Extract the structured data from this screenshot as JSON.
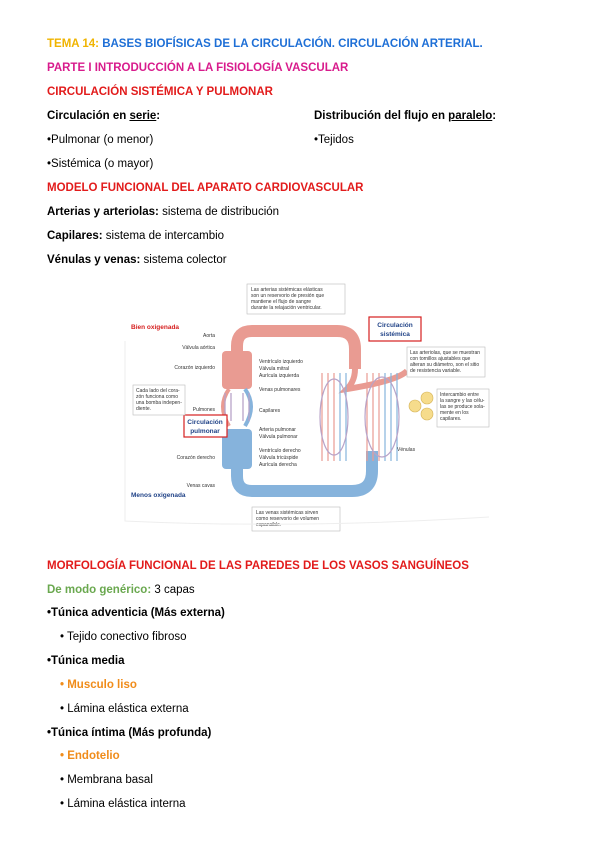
{
  "tema": {
    "prefix": "TEMA 14:",
    "title": "BASES BIOFÍSICAS DE LA CIRCULACIÓN. CIRCULACIÓN ARTERIAL."
  },
  "parte": "PARTE I INTRODUCCIÓN A LA FISIOLOGÍA VASCULAR",
  "h_circ": "CIRCULACIÓN SISTÉMICA Y PULMONAR",
  "serie": {
    "pre": "Circulación en ",
    "word": "serie",
    "post": ":",
    "items": [
      "•Pulmonar (o menor)",
      "•Sistémica (o mayor)"
    ]
  },
  "paralelo": {
    "pre": "Distribución del flujo en ",
    "word": "paralelo",
    "post": ":",
    "items": [
      "•Tejidos"
    ]
  },
  "h_modelo": "MODELO FUNCIONAL DEL APARATO CARDIOVASCULAR",
  "modelo": [
    {
      "b": "Arterias y arteriolas:",
      "t": " sistema de distribución"
    },
    {
      "b": "Capilares:",
      "t": " sistema de intercambio"
    },
    {
      "b": "Vénulas y venas:",
      "t": " sistema colector"
    }
  ],
  "figure": {
    "bien": "Bien oxigenada",
    "menos": "Menos oxigenada",
    "sist": [
      "Circulación",
      "sistémica"
    ],
    "pulm": [
      "Circulación",
      "pulmonar"
    ],
    "labels_left": [
      "Aorta",
      "Válvula aórtica",
      "Corazón izquierdo",
      "Pulmones",
      "Corazón derecho",
      "Venas cavas"
    ],
    "labels_mid": [
      "Ventrículo izquierdo",
      "Válvula mitral",
      "Aurícula izquierda",
      "Venas pulmonares",
      "Capilares",
      "Arteria pulmonar",
      "Válvula pulmonar",
      "Ventrículo derecho",
      "Válvula tricúspide",
      "Aurícula derecha"
    ],
    "top_note": [
      "Las arterias sistémicas elásticas",
      "son un reservorio de presión que",
      "mantiene el flujo de sangre",
      "durante la relajación ventricular."
    ],
    "bottom_note": [
      "Las venas sistémicas sirven",
      "como reservorio de volumen",
      "expansible."
    ],
    "right_note": [
      "Las arteriolas, que se muestran",
      "con tornillos ajustables que",
      "alteran su diámetro, son el sitio",
      "de resistencia variable."
    ],
    "cap_note": [
      "Intercambio entre",
      "la sangre y las célu-",
      "las se produce sola-",
      "mente en los",
      "capilares."
    ],
    "left_note": [
      "Cada lado del cora-",
      "zón funciona como",
      "una bomba indepen-",
      "diente."
    ],
    "venulas": "Vénulas"
  },
  "h_morfo": "MORFOLOGÍA FUNCIONAL DE LAS PAREDES DE LOS VASOS SANGUÍNEOS",
  "generico": {
    "g": "De modo genérico:",
    "t": " 3 capas"
  },
  "tunicas": {
    "adv": "•Túnica adventicia (Más externa)",
    "adv1": "• Tejido conectivo fibroso",
    "media": "•Túnica media",
    "media1": "• Musculo liso",
    "media2": "• Lámina elástica externa",
    "intima": "•Túnica íntima (Más profunda)",
    "int1": "• Endotelio",
    "int2": "• Membrana basal",
    "int3": "• Lámina elástica interna"
  }
}
